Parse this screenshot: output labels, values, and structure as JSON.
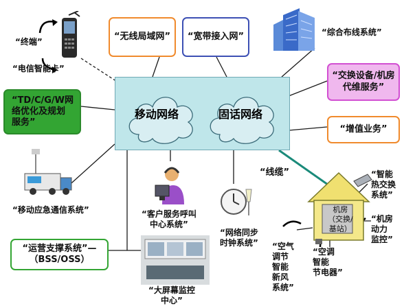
{
  "hub": {
    "mobile_network": "移动网络",
    "fixed_network": "固话网络"
  },
  "top_boxes": {
    "wireless_lan": "“无线局域网”",
    "broadband": "“宽带接入网”"
  },
  "left": {
    "terminal": "“终端”",
    "telecom_card": "“电信智能卡”",
    "td_box": "“TD/C/G/W网\n络优化及规划\n服务”",
    "emergency": "“移动应急通信系统”",
    "oss_box": "“运营支撑系统”—\n（BSS/OSS）"
  },
  "right": {
    "cabling": "“综合布线系统”",
    "switching_box": "“交换设备/机房\n代维服务”",
    "value_added": "“增值业务”",
    "cable": "“线缆”",
    "heat_exchange": "“智能\n热交换\n系统”",
    "room_power": "“机房\n动力\n监控”",
    "ac_node": "“空调\n智能\n节电器”",
    "air_node": "“空气\n调节\n智能\n新风\n系统”",
    "room_label": "机房\n（交换/\n基站）"
  },
  "bottom": {
    "call_center": "“客户服务呼叫\n中心系统”",
    "clock_sync": "“网络同步\n时钟系统”",
    "big_screen": "“大屏幕监控\n中心”"
  },
  "colors": {
    "orange": "#f08a2c",
    "blue": "#3c4fb4",
    "green": "#33a533",
    "magenta": "#d24fd2",
    "hub_fill": "#bfe6ea",
    "line": "#1a1a1a",
    "teal_line": "#1a8a7a"
  }
}
